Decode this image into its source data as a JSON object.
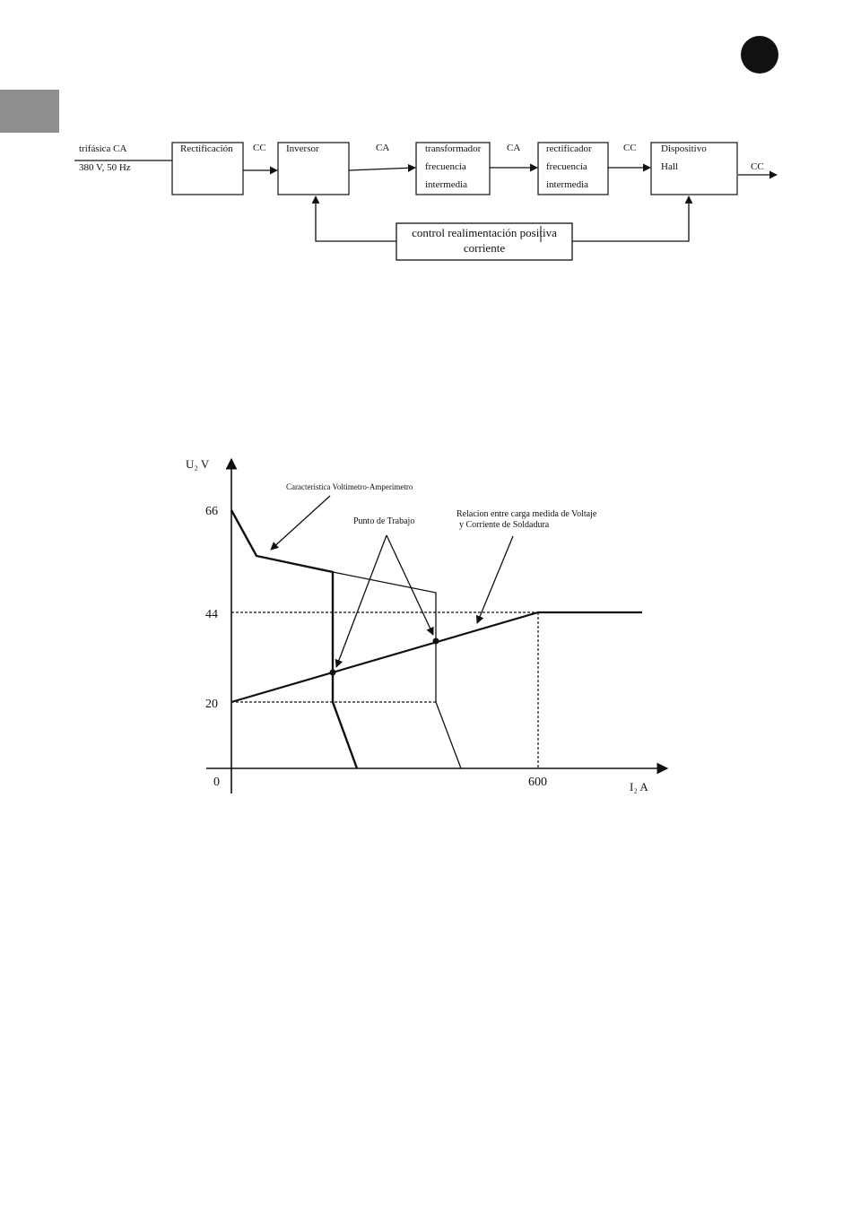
{
  "block_diagram": {
    "input_line1": "trifásica CA",
    "input_line2": "380 V, 50 Hz",
    "blocks": [
      {
        "id": "rect",
        "lines": [
          "Rectificación"
        ]
      },
      {
        "id": "inv",
        "lines": [
          "Inversor"
        ]
      },
      {
        "id": "trafo",
        "lines": [
          "transformador",
          "frecuencia",
          "intermedia"
        ]
      },
      {
        "id": "rect2",
        "lines": [
          "rectificador",
          "frecuencia",
          "intermedia"
        ]
      },
      {
        "id": "hall",
        "lines": [
          "Dispositivo",
          "Hall"
        ]
      }
    ],
    "edge_labels": [
      "CC",
      "CA",
      "CA",
      "CC",
      "CC"
    ],
    "feedback": {
      "line1": "control realimentación positiva",
      "line2": "corriente"
    }
  },
  "chart_data": {
    "type": "line",
    "ylabel": "U₂ V",
    "xlabel": "I₂ A",
    "y_ticks": [
      "66",
      "44",
      "20"
    ],
    "x_ticks": [
      "0",
      "600"
    ],
    "annotations": [
      "Caracteristica Voltimetro-Amperimetro",
      "Punto de Trabajo",
      "Relacion entre carga medida de Voltaje",
      "y Corriente de Soldadura"
    ]
  }
}
